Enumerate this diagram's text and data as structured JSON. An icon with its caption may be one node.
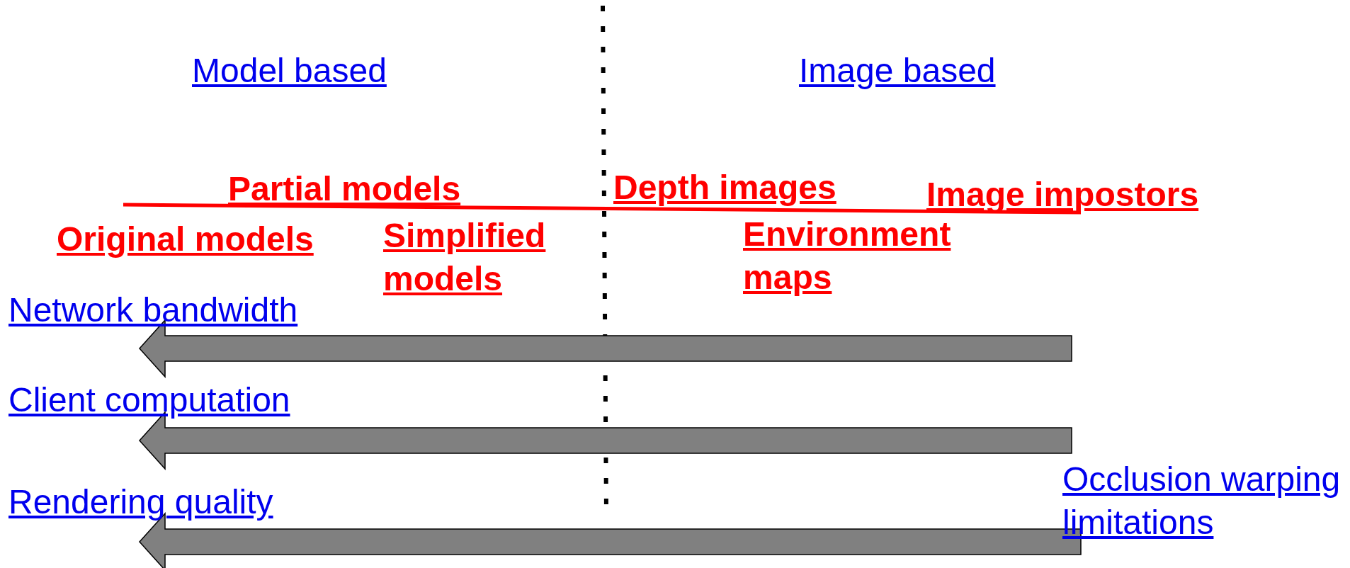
{
  "diagram": {
    "labels": [
      "Model based",
      "Image based",
      "Partial models",
      "Depth images",
      "Image impostors",
      "Original models",
      "Simplified models",
      "Environment maps",
      "Network bandwidth",
      "Client computation",
      "Occlusion warping limitations",
      "Rendering quality"
    ]
  }
}
